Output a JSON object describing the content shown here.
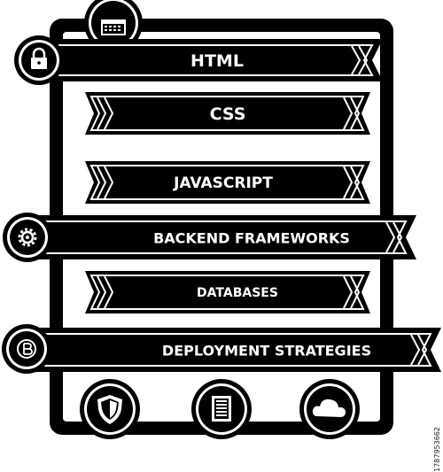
{
  "infographic": {
    "steps": [
      {
        "label": "HTML",
        "icon": "lock-icon"
      },
      {
        "label": "CSS",
        "icon": ""
      },
      {
        "label": "JAVASCRIPT",
        "icon": ""
      },
      {
        "label": "BACKEND FRAMEWORKS",
        "icon": "gear-icon"
      },
      {
        "label": "DATABASES",
        "icon": ""
      },
      {
        "label": "DEPLOYMENT STRATEGIES",
        "icon": "bitcoin-icon"
      }
    ],
    "top_icon": "browser-window-icon",
    "bottom_icons": [
      "shield-icon",
      "document-icon",
      "cloud-icon"
    ],
    "colors": {
      "ink": "#000000",
      "paper": "#ffffff"
    }
  },
  "watermark": "1787953662"
}
